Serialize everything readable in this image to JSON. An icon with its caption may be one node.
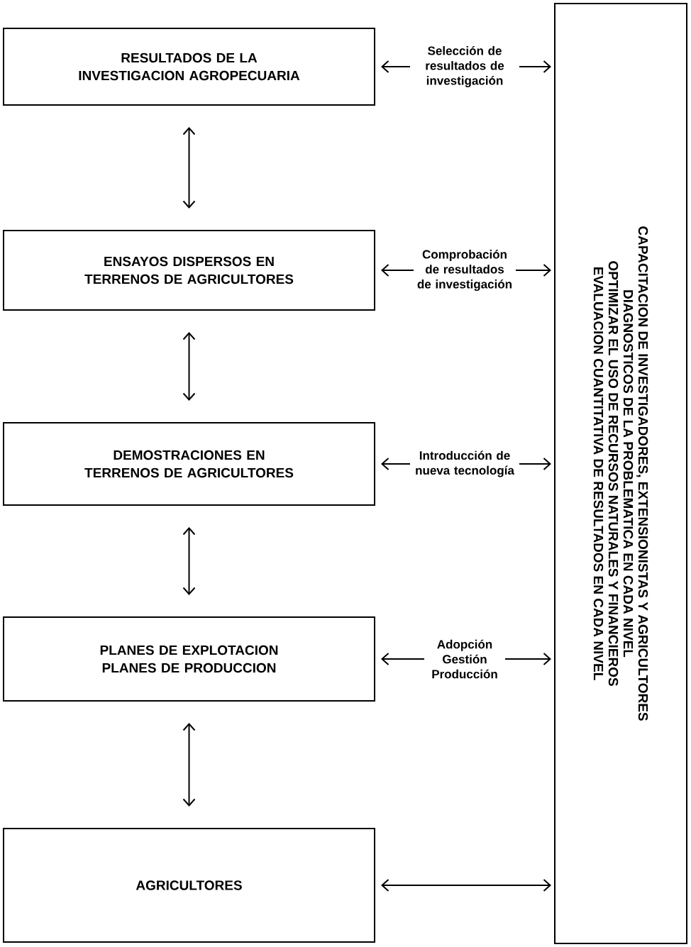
{
  "diagram": {
    "nodes": [
      {
        "text": [
          "RESULTADOS DE LA INVESTIGACION AGROPECUARIA"
        ]
      },
      {
        "text": [
          "ENSAYOS DISPERSOS EN TERRENOS DE AGRICULTORES"
        ]
      },
      {
        "text": [
          "DEMOSTRACIONES EN TERRENOS DE AGRICULTORES"
        ]
      },
      {
        "text": [
          "PLANES DE EXPLOTACION PLANES DE PRODUCCION"
        ]
      },
      {
        "text": [
          "AGRICULTORES"
        ]
      },
      {
        "text": [
          "CAPACITACION DE INVESTIGADORES, EXTENSIONISTAS Y AGRICULTORES",
          "DIAGNOSTICOS DE LA PROBLEMATICA EN CADA NIVEL",
          "OPTIMIZAR EL USO DE RECURSOS NATURALES Y FINANCIEROS",
          "EVALUACION CUANTITATIVA DE RESULTADOS EN CADA NIVEL"
        ]
      }
    ],
    "edges": [
      {
        "from": 0,
        "to": 1,
        "arrow": "both"
      },
      {
        "from": 1,
        "to": 2,
        "arrow": "both"
      },
      {
        "from": 2,
        "to": 3,
        "arrow": "both"
      },
      {
        "from": 3,
        "to": 4,
        "arrow": "both"
      },
      {
        "from": 0,
        "to": 5,
        "arrow": "both",
        "label": "Selección de resultados de investigación"
      },
      {
        "from": 1,
        "to": 5,
        "arrow": "both",
        "label": "Comprobación de resultados de investigación"
      },
      {
        "from": 2,
        "to": 5,
        "arrow": "both",
        "label": "Introducción de nueva tecnología"
      },
      {
        "from": 3,
        "to": 5,
        "arrow": "both",
        "label": "Adopción Gestión Producción"
      },
      {
        "from": 4,
        "to": 5,
        "arrow": "both"
      }
    ]
  }
}
